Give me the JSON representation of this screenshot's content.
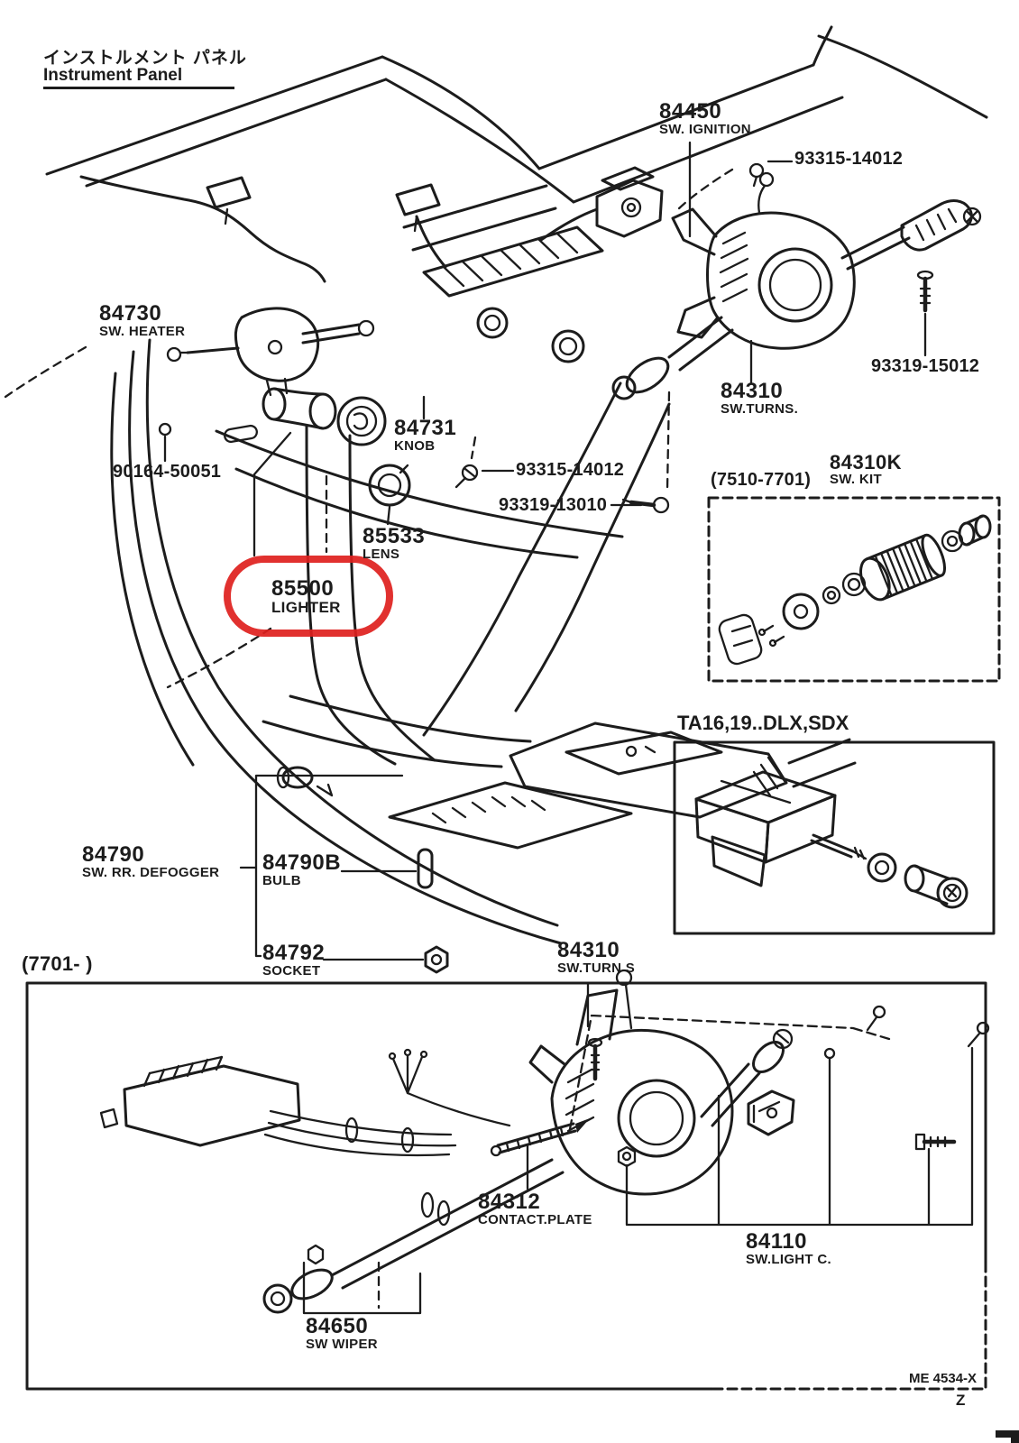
{
  "header": {
    "title_jp": "インストルメント パネル",
    "title_en": "Instrument Panel"
  },
  "colors": {
    "ink": "#1c1c1c",
    "highlight_red": "#de201d",
    "paper": "#ffffff"
  },
  "parts": {
    "ignition": {
      "num": "84450",
      "desc": "SW. IGNITION"
    },
    "screw_ignition": {
      "num": "93315-14012"
    },
    "heater": {
      "num": "84730",
      "desc": "SW. HEATER"
    },
    "screw_column": {
      "num": "93319-15012"
    },
    "turn_main": {
      "num": "84310",
      "desc": "SW.TURNS."
    },
    "knob": {
      "num": "84731",
      "desc": "KNOB"
    },
    "bulb_panel": {
      "num": "90164-50051"
    },
    "screw_panel": {
      "num": "93315-14012"
    },
    "screw_lower": {
      "num": "93319-13010"
    },
    "lens": {
      "num": "85533",
      "desc": "LENS"
    },
    "lighter": {
      "num": "85500",
      "desc": "LIGHTER"
    },
    "kit_range": "(7510-7701)",
    "kit": {
      "num": "84310K",
      "desc": "SW. KIT"
    },
    "ta_variant": "TA16,19..DLX,SDX",
    "defogger": {
      "num": "84790",
      "desc": "SW. RR. DEFOGGER"
    },
    "defogger_bulb": {
      "num": "84790B",
      "desc": "BULB"
    },
    "socket": {
      "num": "84792",
      "desc": "SOCKET"
    },
    "turn_late": {
      "num": "84310",
      "desc": "SW.TURN S"
    },
    "late_range": "(7701-          )",
    "contact_plate": {
      "num": "84312",
      "desc": "CONTACT.PLATE"
    },
    "light_control": {
      "num": "84110",
      "desc": "SW.LIGHT C."
    },
    "wiper": {
      "num": "84650",
      "desc": "SW WIPER"
    }
  },
  "footer": {
    "drawing_code": "ME 4534-X",
    "zone": "Z"
  }
}
